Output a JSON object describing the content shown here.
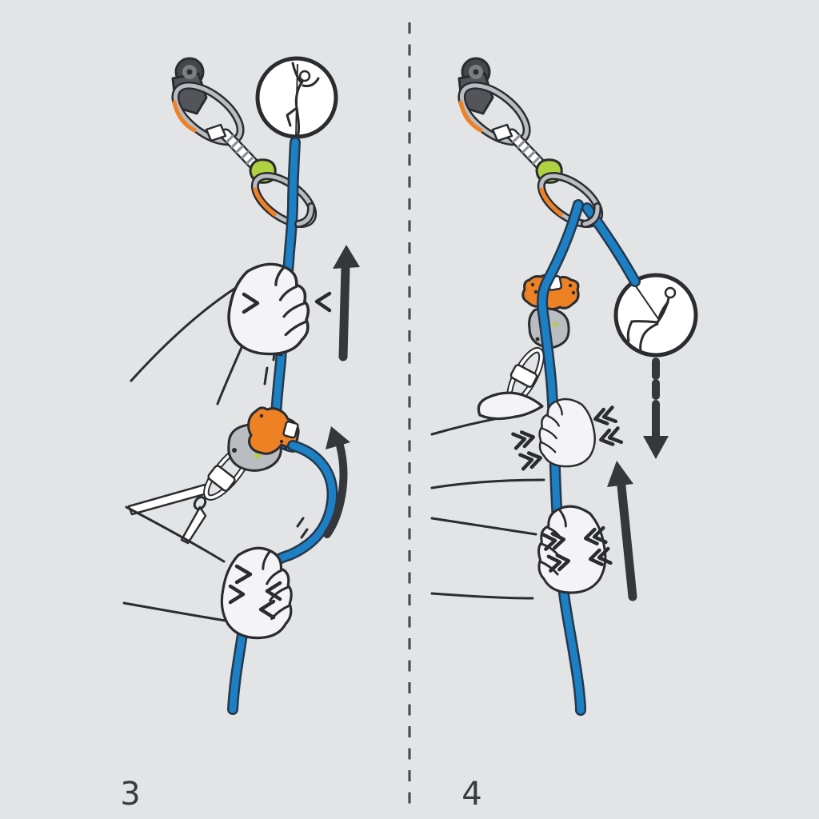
{
  "figure": {
    "title_visible_text": "",
    "steps": [
      {
        "label": "3",
        "inset_icon": "climber-climbing-up"
      },
      {
        "label": "4",
        "inset_icon": "climber-sitting-hanging"
      }
    ]
  },
  "colors": {
    "background": "#e3e4e6",
    "ink": "#2b2c30",
    "arrow": "#36373b",
    "label_ink": "#3a3b3f",
    "rope_blue": "#1d80c5",
    "rope_dark": "#25384c",
    "orange": "#ef8125",
    "green": "#b0d141",
    "metal_gray": "#b9bcc0",
    "metal_mid": "#8e9196",
    "metal_dark": "#53555a",
    "bolt_dark": "#44464a",
    "hand_fill": "#f4f4f6",
    "white": "#ffffff"
  }
}
